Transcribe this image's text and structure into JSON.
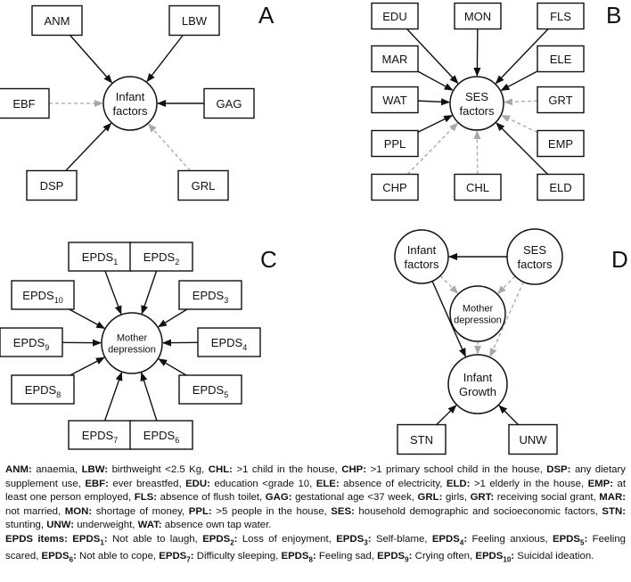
{
  "panels": [
    {
      "letter": "A",
      "center": "infant",
      "center_lines": [
        "Infant",
        "factors"
      ],
      "boxes": [
        {
          "id": "ANM",
          "label": "ANM",
          "style": "solid"
        },
        {
          "id": "LBW",
          "label": "LBW",
          "style": "solid"
        },
        {
          "id": "EBF",
          "label": "EBF",
          "style": "dashed"
        },
        {
          "id": "GAG",
          "label": "GAG",
          "style": "solid"
        },
        {
          "id": "DSP",
          "label": "DSP",
          "style": "solid"
        },
        {
          "id": "GRL",
          "label": "GRL",
          "style": "dashed"
        }
      ]
    },
    {
      "letter": "B",
      "center": "ses",
      "center_lines": [
        "SES",
        "factors"
      ],
      "boxes": [
        {
          "id": "EDU",
          "label": "EDU",
          "style": "solid"
        },
        {
          "id": "MON",
          "label": "MON",
          "style": "solid"
        },
        {
          "id": "FLS",
          "label": "FLS",
          "style": "solid"
        },
        {
          "id": "MAR",
          "label": "MAR",
          "style": "solid"
        },
        {
          "id": "ELE",
          "label": "ELE",
          "style": "solid"
        },
        {
          "id": "WAT",
          "label": "WAT",
          "style": "solid"
        },
        {
          "id": "GRT",
          "label": "GRT",
          "style": "dashed"
        },
        {
          "id": "PPL",
          "label": "PPL",
          "style": "solid"
        },
        {
          "id": "EMP",
          "label": "EMP",
          "style": "dashed"
        },
        {
          "id": "CHP",
          "label": "CHP",
          "style": "dashed"
        },
        {
          "id": "CHL",
          "label": "CHL",
          "style": "dashed"
        },
        {
          "id": "ELD",
          "label": "ELD",
          "style": "solid"
        }
      ]
    },
    {
      "letter": "C",
      "center": "mother",
      "center_lines": [
        "Mother",
        "depression"
      ],
      "boxes": [
        {
          "id": "E1",
          "base": "EPDS",
          "sub": "1",
          "style": "solid"
        },
        {
          "id": "E2",
          "base": "EPDS",
          "sub": "2",
          "style": "solid"
        },
        {
          "id": "E10",
          "base": "EPDS",
          "sub": "10",
          "style": "solid"
        },
        {
          "id": "E3",
          "base": "EPDS",
          "sub": "3",
          "style": "solid"
        },
        {
          "id": "E9",
          "base": "EPDS",
          "sub": "9",
          "style": "solid"
        },
        {
          "id": "E4",
          "base": "EPDS",
          "sub": "4",
          "style": "solid"
        },
        {
          "id": "E8",
          "base": "EPDS",
          "sub": "8",
          "style": "solid"
        },
        {
          "id": "E5",
          "base": "EPDS",
          "sub": "5",
          "style": "solid"
        },
        {
          "id": "E7",
          "base": "EPDS",
          "sub": "7",
          "style": "solid"
        },
        {
          "id": "E6",
          "base": "EPDS",
          "sub": "6",
          "style": "solid"
        }
      ]
    },
    {
      "letter": "D",
      "nodes": [
        {
          "id": "inf",
          "lines": [
            "Infant",
            "factors"
          ]
        },
        {
          "id": "ses",
          "lines": [
            "SES",
            "factors"
          ]
        },
        {
          "id": "mot",
          "lines": [
            "Mother",
            "depression"
          ]
        },
        {
          "id": "gro",
          "lines": [
            "Infant",
            "Growth"
          ]
        }
      ],
      "boxes": [
        {
          "id": "STN",
          "label": "STN"
        },
        {
          "id": "UNW",
          "label": "UNW"
        }
      ],
      "edges": [
        {
          "from": "ses",
          "to": "inf",
          "style": "solid"
        },
        {
          "from": "inf",
          "to": "mot",
          "style": "dashed"
        },
        {
          "from": "ses",
          "to": "mot",
          "style": "dashed"
        },
        {
          "from": "inf",
          "to": "gro",
          "style": "solid"
        },
        {
          "from": "mot",
          "to": "gro",
          "style": "dashed"
        },
        {
          "from": "ses",
          "to": "gro",
          "style": "dashed"
        },
        {
          "from": "STN",
          "to": "gro",
          "style": "solid"
        },
        {
          "from": "UNW",
          "to": "gro",
          "style": "solid"
        }
      ]
    }
  ],
  "legend": {
    "abbrev": [
      {
        "k": "ANM:",
        "v": " anaemia, "
      },
      {
        "k": "LBW:",
        "v": " birthweight <2.5 Kg, "
      },
      {
        "k": "CHL:",
        "v": " >1 child in the house, "
      },
      {
        "k": "CHP:",
        "v": " >1 primary school child in the house, "
      },
      {
        "k": "DSP:",
        "v": " any dietary supplement use, "
      },
      {
        "k": "EBF:",
        "v": " ever breastfed, "
      },
      {
        "k": "EDU:",
        "v": " education <grade 10, "
      },
      {
        "k": "ELE:",
        "v": " absence of electricity, "
      },
      {
        "k": "ELD:",
        "v": " >1 elderly in the house, "
      },
      {
        "k": "EMP:",
        "v": " at least one person employed, "
      },
      {
        "k": "FLS:",
        "v": " absence of flush toilet, "
      },
      {
        "k": "GAG:",
        "v": " gestational age <37 week, "
      },
      {
        "k": "GRL:",
        "v": " girls, "
      },
      {
        "k": "GRT:",
        "v": " receiving social grant, "
      },
      {
        "k": "MAR:",
        "v": " not married, "
      },
      {
        "k": "MON:",
        "v": " shortage of money, "
      },
      {
        "k": "PPL:",
        "v": " >5 people in the house, "
      },
      {
        "k": "SES:",
        "v": " household demographic and socioeconomic factors, "
      },
      {
        "k": "STN:",
        "v": " stunting, "
      },
      {
        "k": "UNW:",
        "v": " underweight, "
      },
      {
        "k": "WAT:",
        "v": " absence own tap water."
      }
    ],
    "epds_heading": "EPDS items: ",
    "epds": [
      {
        "base": "EPDS",
        "sub": "1",
        "v": " Not able to laugh, "
      },
      {
        "base": "EPDS",
        "sub": "2",
        "v": " Loss of enjoyment, "
      },
      {
        "base": "EPDS",
        "sub": "3",
        "v": " Self-blame, "
      },
      {
        "base": "EPDS",
        "sub": "4",
        "v": " Feeling anxious, "
      },
      {
        "base": "EPDS",
        "sub": "5",
        "v": " Feeling scared, "
      },
      {
        "base": "EPDS",
        "sub": "6",
        "v": " Not able to cope, "
      },
      {
        "base": "EPDS",
        "sub": "7",
        "v": " Difficulty sleeping, "
      },
      {
        "base": "EPDS",
        "sub": "8",
        "v": " Feeling sad, "
      },
      {
        "base": "EPDS",
        "sub": "9",
        "v": " Crying often, "
      },
      {
        "base": "EPDS",
        "sub": "10",
        "v": " Suicidal ideation."
      }
    ]
  }
}
